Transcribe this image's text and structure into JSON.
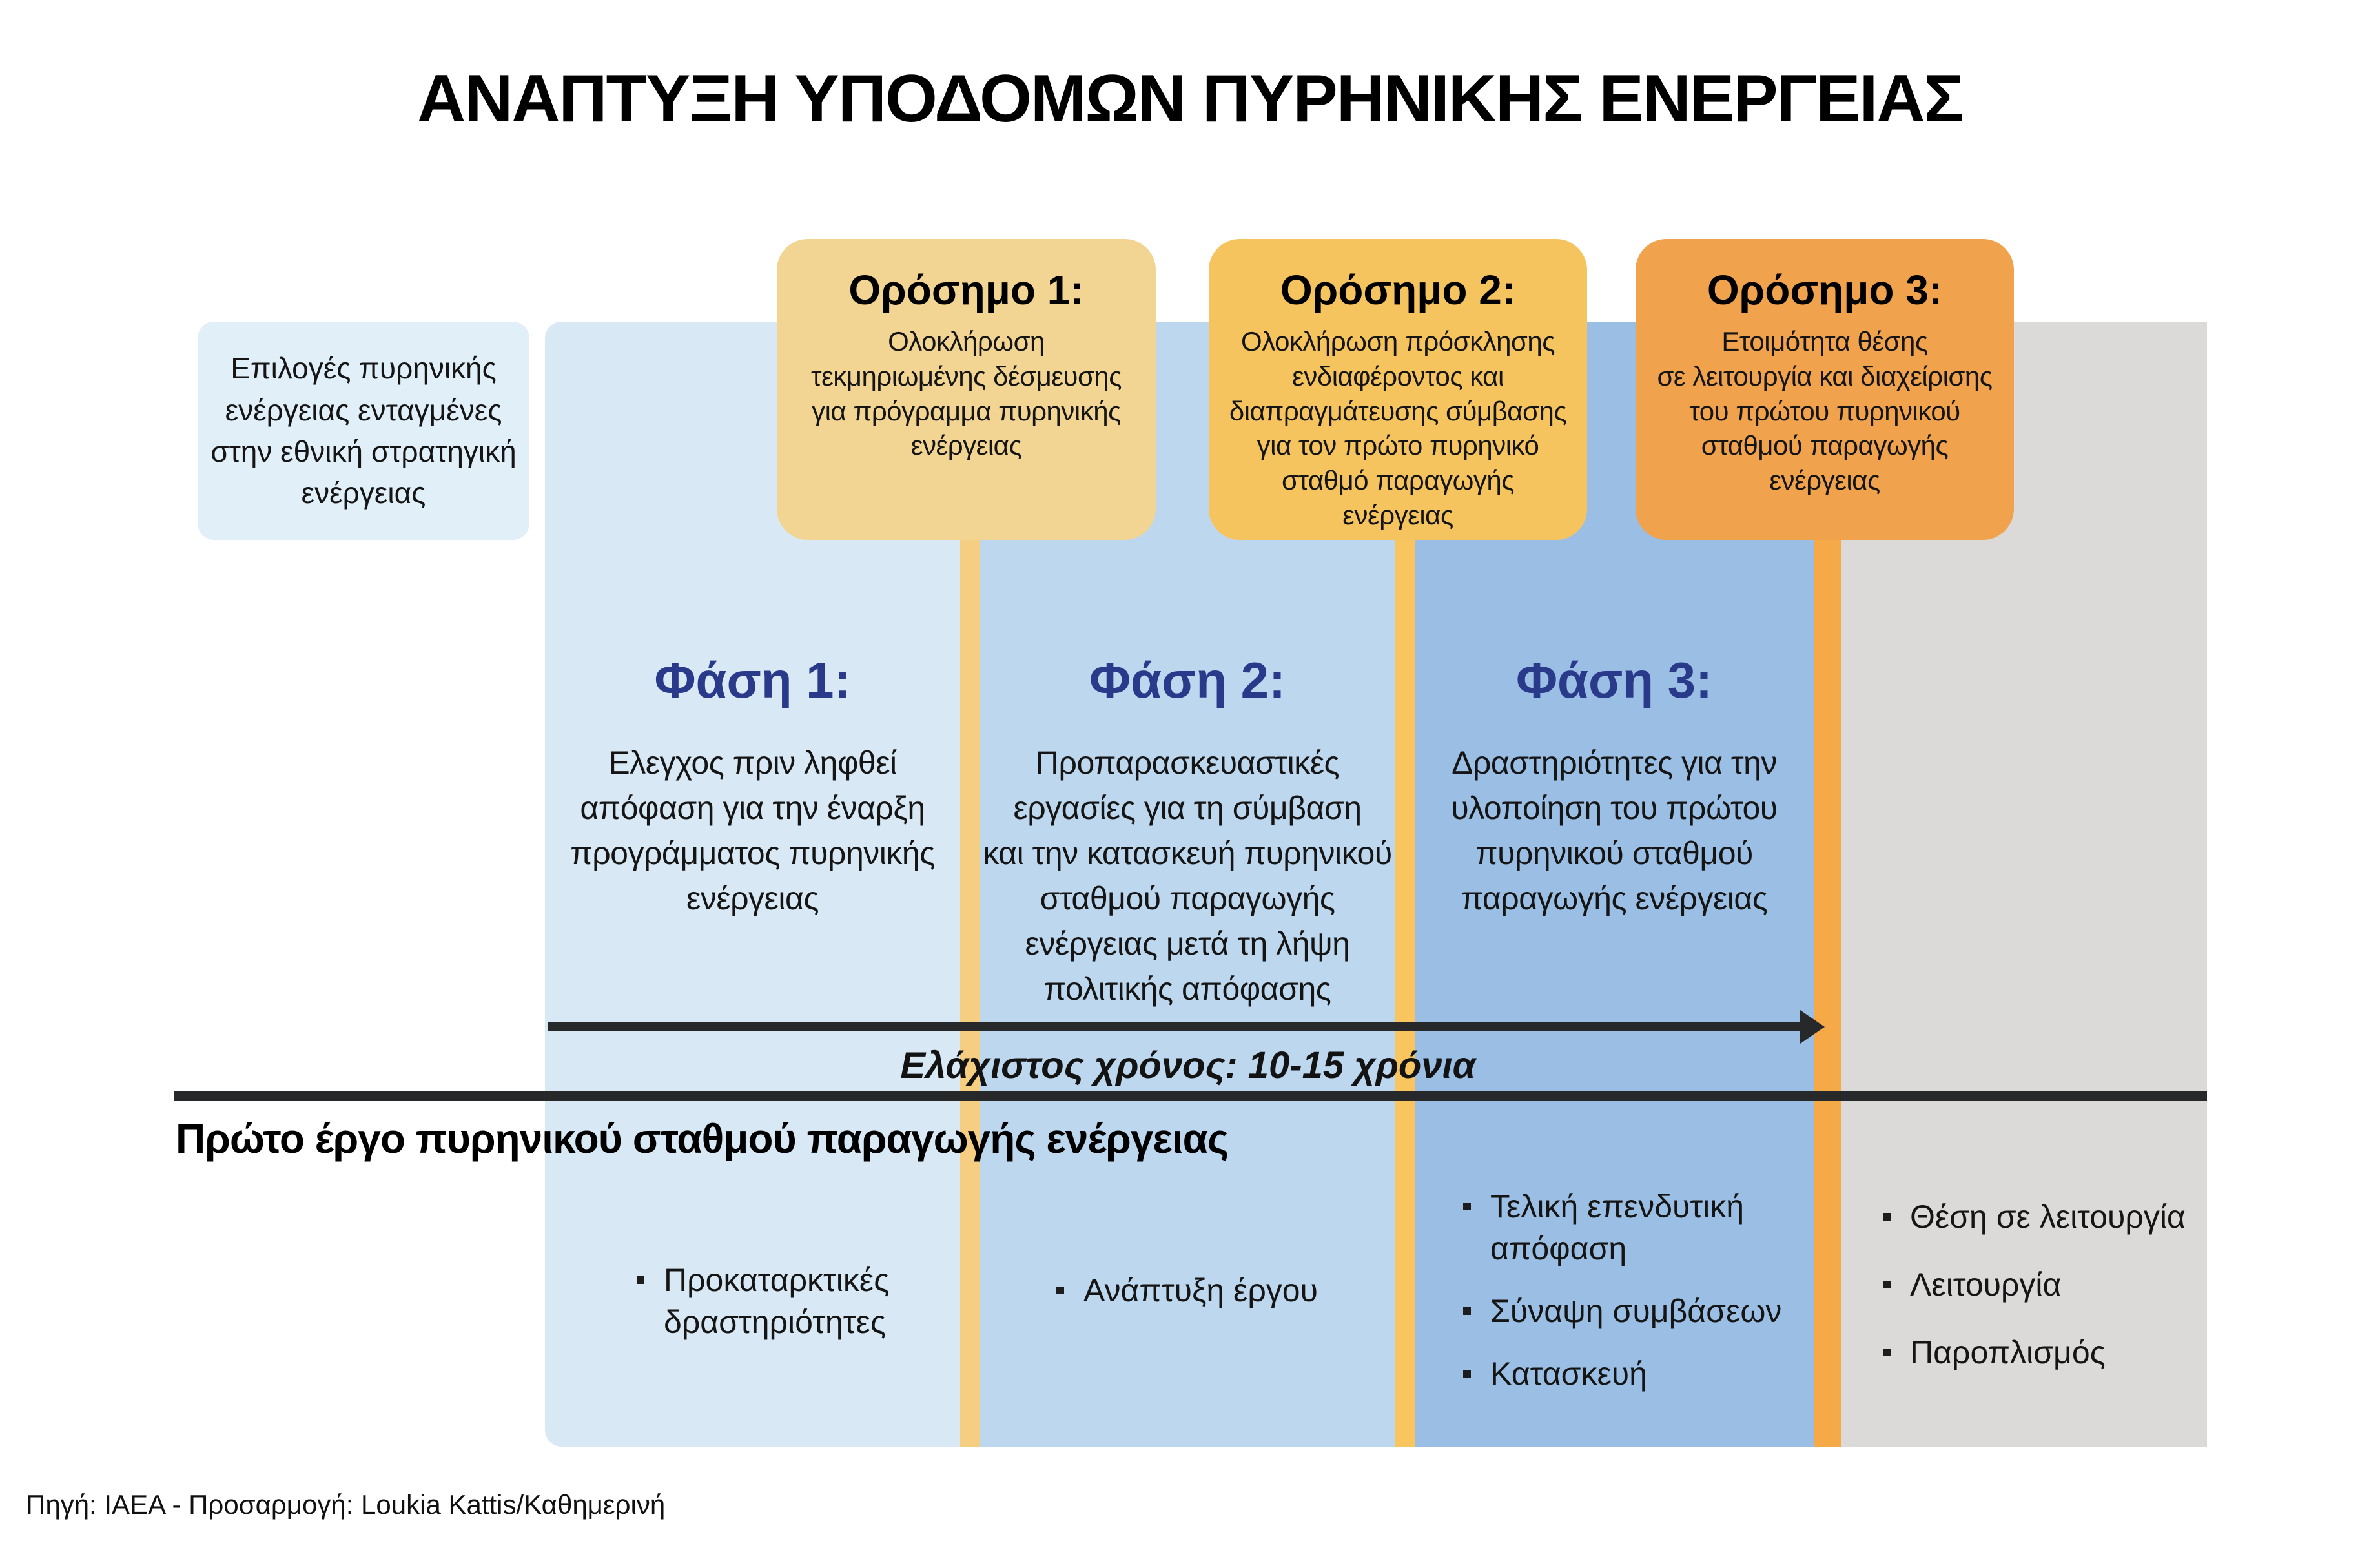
{
  "title": "ΑΝΑΠΤΥΞΗ ΥΠΟΔΟΜΩΝ ΠΥΡΗΝΙΚΗΣ ΕΝΕΡΓΕΙΑΣ",
  "intro_box": {
    "text": "Επιλογές πυρηνικής\nενέργειας ενταγμένες\nστην εθνική στρατηγική\nενέργειας"
  },
  "milestones": [
    {
      "label": "Ορόσημο 1:",
      "text": "Ολοκλήρωση\nτεκμηριωμένης δέσμευσης\nγια πρόγραμμα πυρηνικής\nενέργειας"
    },
    {
      "label": "Ορόσημο 2:",
      "text": "Ολοκλήρωση πρόσκλησης\nενδιαφέροντος και\nδιαπραγμάτευσης σύμβασης\nγια τον πρώτο πυρηνικό\nσταθμό παραγωγής\nενέργειας"
    },
    {
      "label": "Ορόσημο 3:",
      "text": "Ετοιμότητα θέσης\nσε λειτουργία και διαχείρισης\nτου πρώτου πυρηνικού\nσταθμού παραγωγής\nενέργειας"
    }
  ],
  "phases": [
    {
      "label": "Φάση 1:",
      "text": "Ελεγχος πριν ληφθεί\nαπόφαση για την έναρξη\nπρογράμματος πυρηνικής\nενέργειας",
      "bullets": [
        "Προκαταρκτικές δραστηριότητες"
      ]
    },
    {
      "label": "Φάση 2:",
      "text": "Προπαρασκευαστικές\nεργασίες για τη σύμβαση\nκαι την κατασκευή πυρηνικού\nσταθμού παραγωγής\nενέργειας μετά τη λήψη\nπολιτικής απόφασης",
      "bullets": [
        "Ανάπτυξη έργου"
      ]
    },
    {
      "label": "Φάση 3:",
      "text": "Δραστηριότητες για την\nυλοποίηση του πρώτου\nπυρηνικού σταθμού\nπαραγωγής ενέργειας",
      "bullets": [
        "Τελική επενδυτική απόφαση",
        "Σύναψη συμβάσεων",
        "Κατασκευή"
      ]
    }
  ],
  "final_column": {
    "bullets": [
      "Θέση σε λειτουργία",
      "Λειτουργία",
      "Παροπλισμός"
    ]
  },
  "timeline": {
    "label": "Ελάχιστος χρόνος: 10-15 χρόνια"
  },
  "project_heading": "Πρώτο έργο πυρηνικού σταθμού παραγωγής ενέργειας",
  "source": "Πηγή: ΙΑΕΑ - Προσαρμογή: Loukia Kattis/Καθημερινή",
  "colors": {
    "intro_bg": "#E1EFF8",
    "phase1_bg": "#D8E9F5",
    "phase2_bg": "#BDD7EE",
    "phase3_bg": "#9BBFE4",
    "final_bg": "#DBDAD8",
    "milestone1_bg": "#F3D593",
    "milestone2_bg": "#F6C45F",
    "milestone3_bg": "#F1A24C",
    "stem1": "#F6CE82",
    "stem2": "#F9C55F",
    "stem3": "#F5A947",
    "phase_heading": "#2A3A8B",
    "line": "#26282A"
  }
}
